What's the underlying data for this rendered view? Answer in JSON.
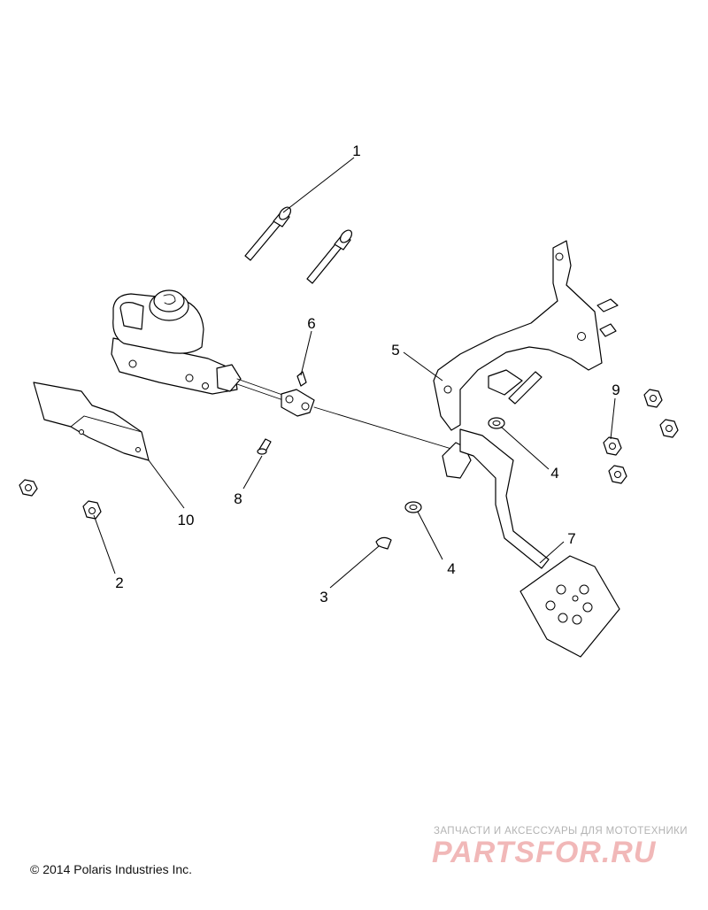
{
  "diagram": {
    "callouts": [
      {
        "id": "1",
        "label": "1"
      },
      {
        "id": "2",
        "label": "2"
      },
      {
        "id": "3",
        "label": "3"
      },
      {
        "id": "4a",
        "label": "4"
      },
      {
        "id": "4b",
        "label": "4"
      },
      {
        "id": "5",
        "label": "5"
      },
      {
        "id": "6",
        "label": "6"
      },
      {
        "id": "7",
        "label": "7"
      },
      {
        "id": "8",
        "label": "8"
      },
      {
        "id": "9",
        "label": "9"
      },
      {
        "id": "10",
        "label": "10"
      }
    ]
  },
  "footer": {
    "copyright": "© 2014 Polaris Industries Inc."
  },
  "watermark": {
    "tagline": "ЗАПЧАСТИ И АКСЕССУАРЫ ДЛЯ МОТОТЕХНИКИ",
    "brand": "PARTSFOR.RU"
  }
}
